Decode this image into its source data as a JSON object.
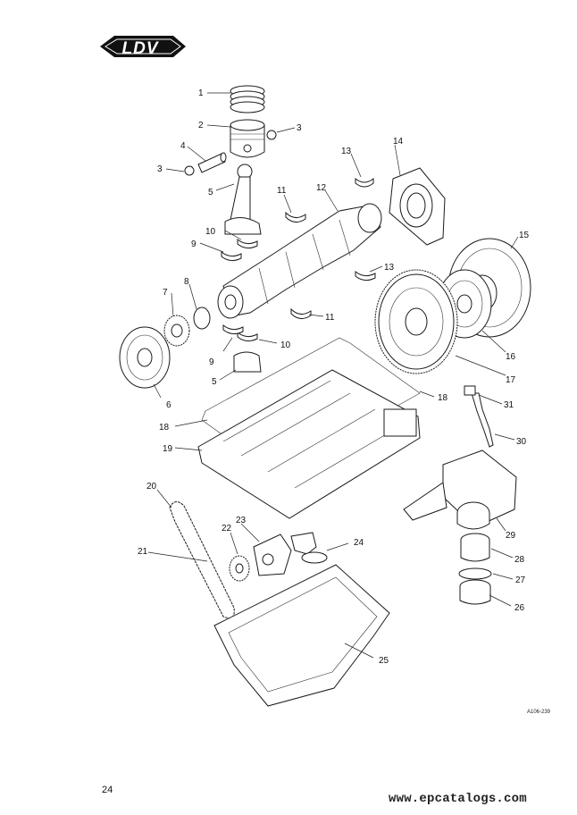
{
  "brand": {
    "logo_text": "LDV"
  },
  "figure_ref": "A106-239",
  "page_number": "24",
  "watermark": "www.epcatalogs.com",
  "callouts": [
    {
      "id": "c1",
      "text": "1"
    },
    {
      "id": "c2",
      "text": "2"
    },
    {
      "id": "c3a",
      "text": "3"
    },
    {
      "id": "c3b",
      "text": "3"
    },
    {
      "id": "c4",
      "text": "4"
    },
    {
      "id": "c5a",
      "text": "5"
    },
    {
      "id": "c5b",
      "text": "5"
    },
    {
      "id": "c6",
      "text": "6"
    },
    {
      "id": "c7",
      "text": "7"
    },
    {
      "id": "c8",
      "text": "8"
    },
    {
      "id": "c9a",
      "text": "9"
    },
    {
      "id": "c9b",
      "text": "9"
    },
    {
      "id": "c10a",
      "text": "10"
    },
    {
      "id": "c10b",
      "text": "10"
    },
    {
      "id": "c11a",
      "text": "11"
    },
    {
      "id": "c11b",
      "text": "11"
    },
    {
      "id": "c12",
      "text": "12"
    },
    {
      "id": "c13a",
      "text": "13"
    },
    {
      "id": "c13b",
      "text": "13"
    },
    {
      "id": "c14",
      "text": "14"
    },
    {
      "id": "c15",
      "text": "15"
    },
    {
      "id": "c16",
      "text": "16"
    },
    {
      "id": "c17",
      "text": "17"
    },
    {
      "id": "c18a",
      "text": "18"
    },
    {
      "id": "c18b",
      "text": "18"
    },
    {
      "id": "c19",
      "text": "19"
    },
    {
      "id": "c20",
      "text": "20"
    },
    {
      "id": "c21",
      "text": "21"
    },
    {
      "id": "c22",
      "text": "22"
    },
    {
      "id": "c23",
      "text": "23"
    },
    {
      "id": "c24",
      "text": "24"
    },
    {
      "id": "c25",
      "text": "25"
    },
    {
      "id": "c26",
      "text": "26"
    },
    {
      "id": "c27",
      "text": "27"
    },
    {
      "id": "c28",
      "text": "28"
    },
    {
      "id": "c29",
      "text": "29"
    },
    {
      "id": "c30",
      "text": "30"
    },
    {
      "id": "c31",
      "text": "31"
    }
  ]
}
